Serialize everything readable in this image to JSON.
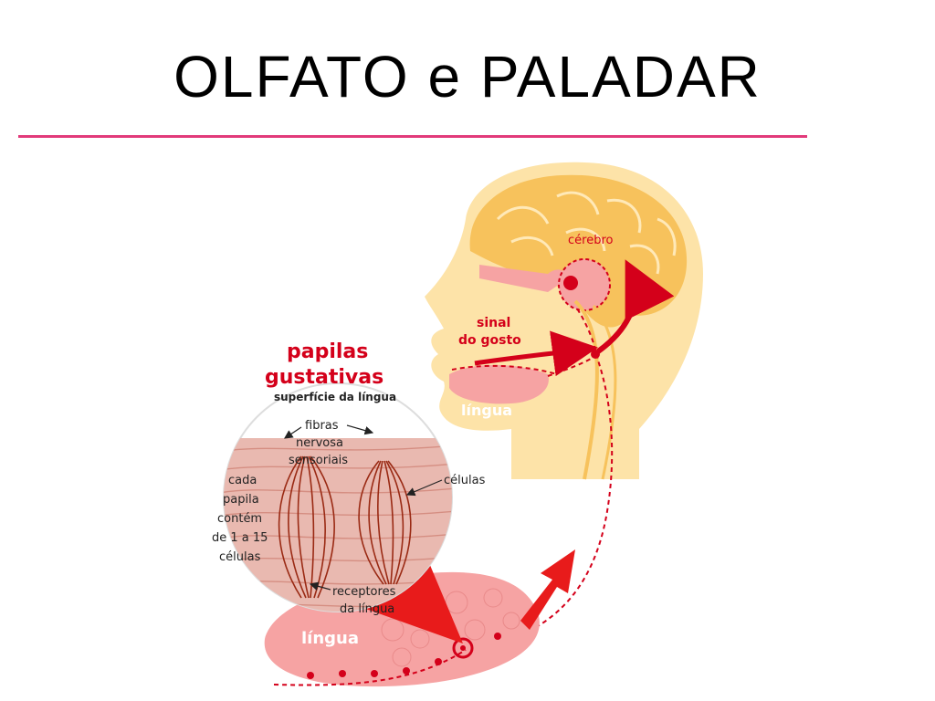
{
  "slide": {
    "title": "OLFATO e PALADAR",
    "accent_color": "#e23a7a"
  },
  "diagram": {
    "labels": {
      "brain": "cérebro",
      "signal_line1": "sinal",
      "signal_line2": "do gosto",
      "tongue_head": "língua",
      "papillae_line1": "papilas",
      "papillae_line2": "gustativas",
      "tongue_surface": "superfície da língua",
      "fibers_line1": "fibras",
      "fibers_line2": "nervosa",
      "fibers_line3": "sensoriais",
      "cells": "células",
      "each_line1": "cada",
      "each_line2": "papila",
      "each_line3": "contém",
      "each_line4": "de 1 a 15",
      "each_line5": "células",
      "receptors_line1": "receptores",
      "receptors_line2": "da língua",
      "tongue_main": "língua"
    },
    "colors": {
      "head": "#fde3a8",
      "brain": "#f7c25c",
      "tongue": "#f6a3a3",
      "nerve": "#d4001a",
      "tissue": "#e9b9b0"
    }
  }
}
